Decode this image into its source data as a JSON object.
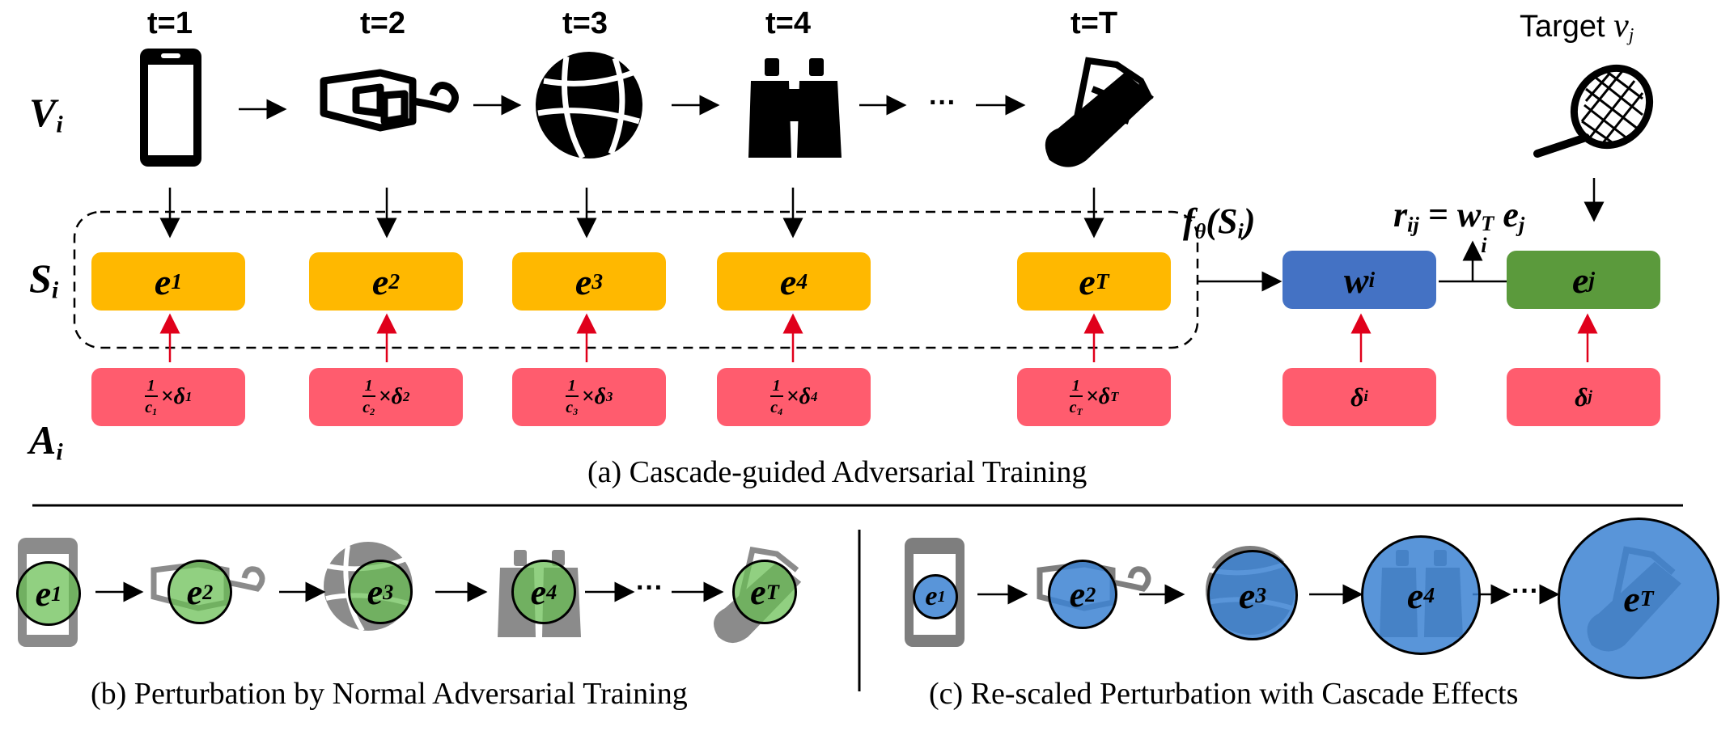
{
  "steps": [
    "t=1",
    "t=2",
    "t=3",
    "t=4",
    "t=T"
  ],
  "target_label": "Target ",
  "target_var": "v",
  "target_sub": "j",
  "row_labels": {
    "v": "V",
    "v_sub": "i",
    "s": "S",
    "s_sub": "i",
    "a": "A",
    "a_sub": "i"
  },
  "ellipsis": "···",
  "embeddings": [
    {
      "base": "e",
      "sub": "1"
    },
    {
      "base": "e",
      "sub": "2"
    },
    {
      "base": "e",
      "sub": "3"
    },
    {
      "base": "e",
      "sub": "4"
    },
    {
      "base": "e",
      "sub": "T"
    }
  ],
  "perturbations": [
    {
      "num": "1",
      "den": "c",
      "den_sub": "1",
      "delta": "×δ",
      "delta_sub": "1"
    },
    {
      "num": "1",
      "den": "c",
      "den_sub": "2",
      "delta": "×δ",
      "delta_sub": "2"
    },
    {
      "num": "1",
      "den": "c",
      "den_sub": "3",
      "delta": "×δ",
      "delta_sub": "3"
    },
    {
      "num": "1",
      "den": "c",
      "den_sub": "4",
      "delta": "×δ",
      "delta_sub": "4"
    },
    {
      "num": "1",
      "den": "c",
      "den_sub": "T",
      "delta": "×δ",
      "delta_sub": "T"
    }
  ],
  "encoder": {
    "f": "f",
    "f_sub": "θ",
    "arg": "(S",
    "arg_sub": "i",
    "close": ")"
  },
  "user_box": {
    "base": "w",
    "sub": "i"
  },
  "item_box": {
    "base": "e",
    "sub": "j"
  },
  "delta_i": {
    "base": "δ",
    "sub": "i"
  },
  "delta_j": {
    "base": "δ",
    "sub": "j"
  },
  "score": {
    "r": "r",
    "r_sub": "ij",
    "eq": " = w",
    "w_sup": "T",
    "w_sub": "i",
    "e": " e",
    "e_sub": "j"
  },
  "captions": {
    "a": "(a) Cascade-guided Adversarial Training",
    "b": "(b) Perturbation by Normal Adversarial Training",
    "c": "(c) Re-scaled Perturbation with Cascade Effects"
  },
  "colors": {
    "embedding": "#FFB800",
    "perturbation": "#FF5C6E",
    "user_vector": "#4472C4",
    "item_vector": "#5B9A3C",
    "green_circle": "#66BE50",
    "blue_circle": "#3C82D2"
  },
  "icons": [
    "phone-icon",
    "3d-glasses-icon",
    "volleyball-icon",
    "binoculars-icon",
    "shuttlecock-icon",
    "tennis-racket-icon"
  ]
}
